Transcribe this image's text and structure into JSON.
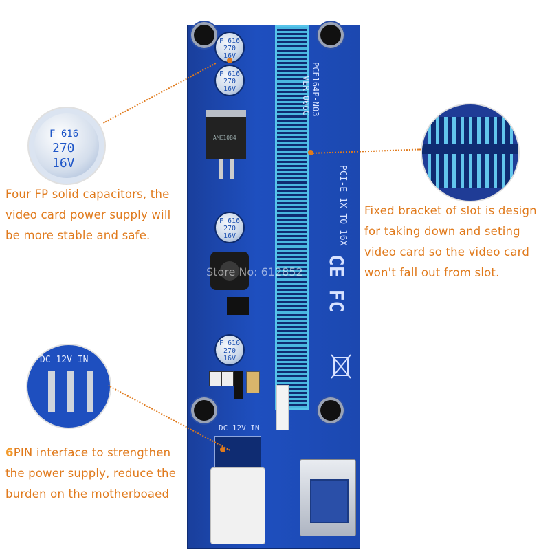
{
  "board": {
    "model_text": "PCE164P-N03",
    "version_text": "VER 006C",
    "spec_text": "PCI-E 1X TO 16X",
    "cert_text": "CE FC",
    "dc_label": "DC 12V IN",
    "chip_label": "AME1084",
    "capacitor_labels": [
      {
        "brand": "F 616",
        "value": "270",
        "voltage": "16V"
      },
      {
        "brand": "F 616",
        "value": "270",
        "voltage": "16V"
      },
      {
        "brand": "F 616",
        "value": "270",
        "voltage": "16V"
      },
      {
        "brand": "F 616",
        "value": "270",
        "voltage": "16V"
      }
    ]
  },
  "zoom_cap": {
    "brand": "F 616",
    "value": "270",
    "voltage": "16V"
  },
  "zoom_dc": {
    "label": "DC 12V IN"
  },
  "watermark": "Store No: 612852",
  "captions": {
    "capacitors": {
      "lines": [
        "Four FP solid capacitors, the",
        "video card power supply will",
        "be more stable and safe."
      ]
    },
    "bracket": {
      "lines": [
        "Fixed bracket of slot is design",
        "for taking down and seting",
        "video card so the video card",
        "won't fall out from slot."
      ]
    },
    "pin": {
      "accent": "6",
      "first_rest": "PIN interface to strengthen",
      "lines": [
        "the power supply, reduce the",
        "burden on the motherboaed"
      ]
    }
  },
  "colors": {
    "caption": "#e07a1c",
    "board": "#1e4fbf",
    "slot": "#49b7e0"
  }
}
